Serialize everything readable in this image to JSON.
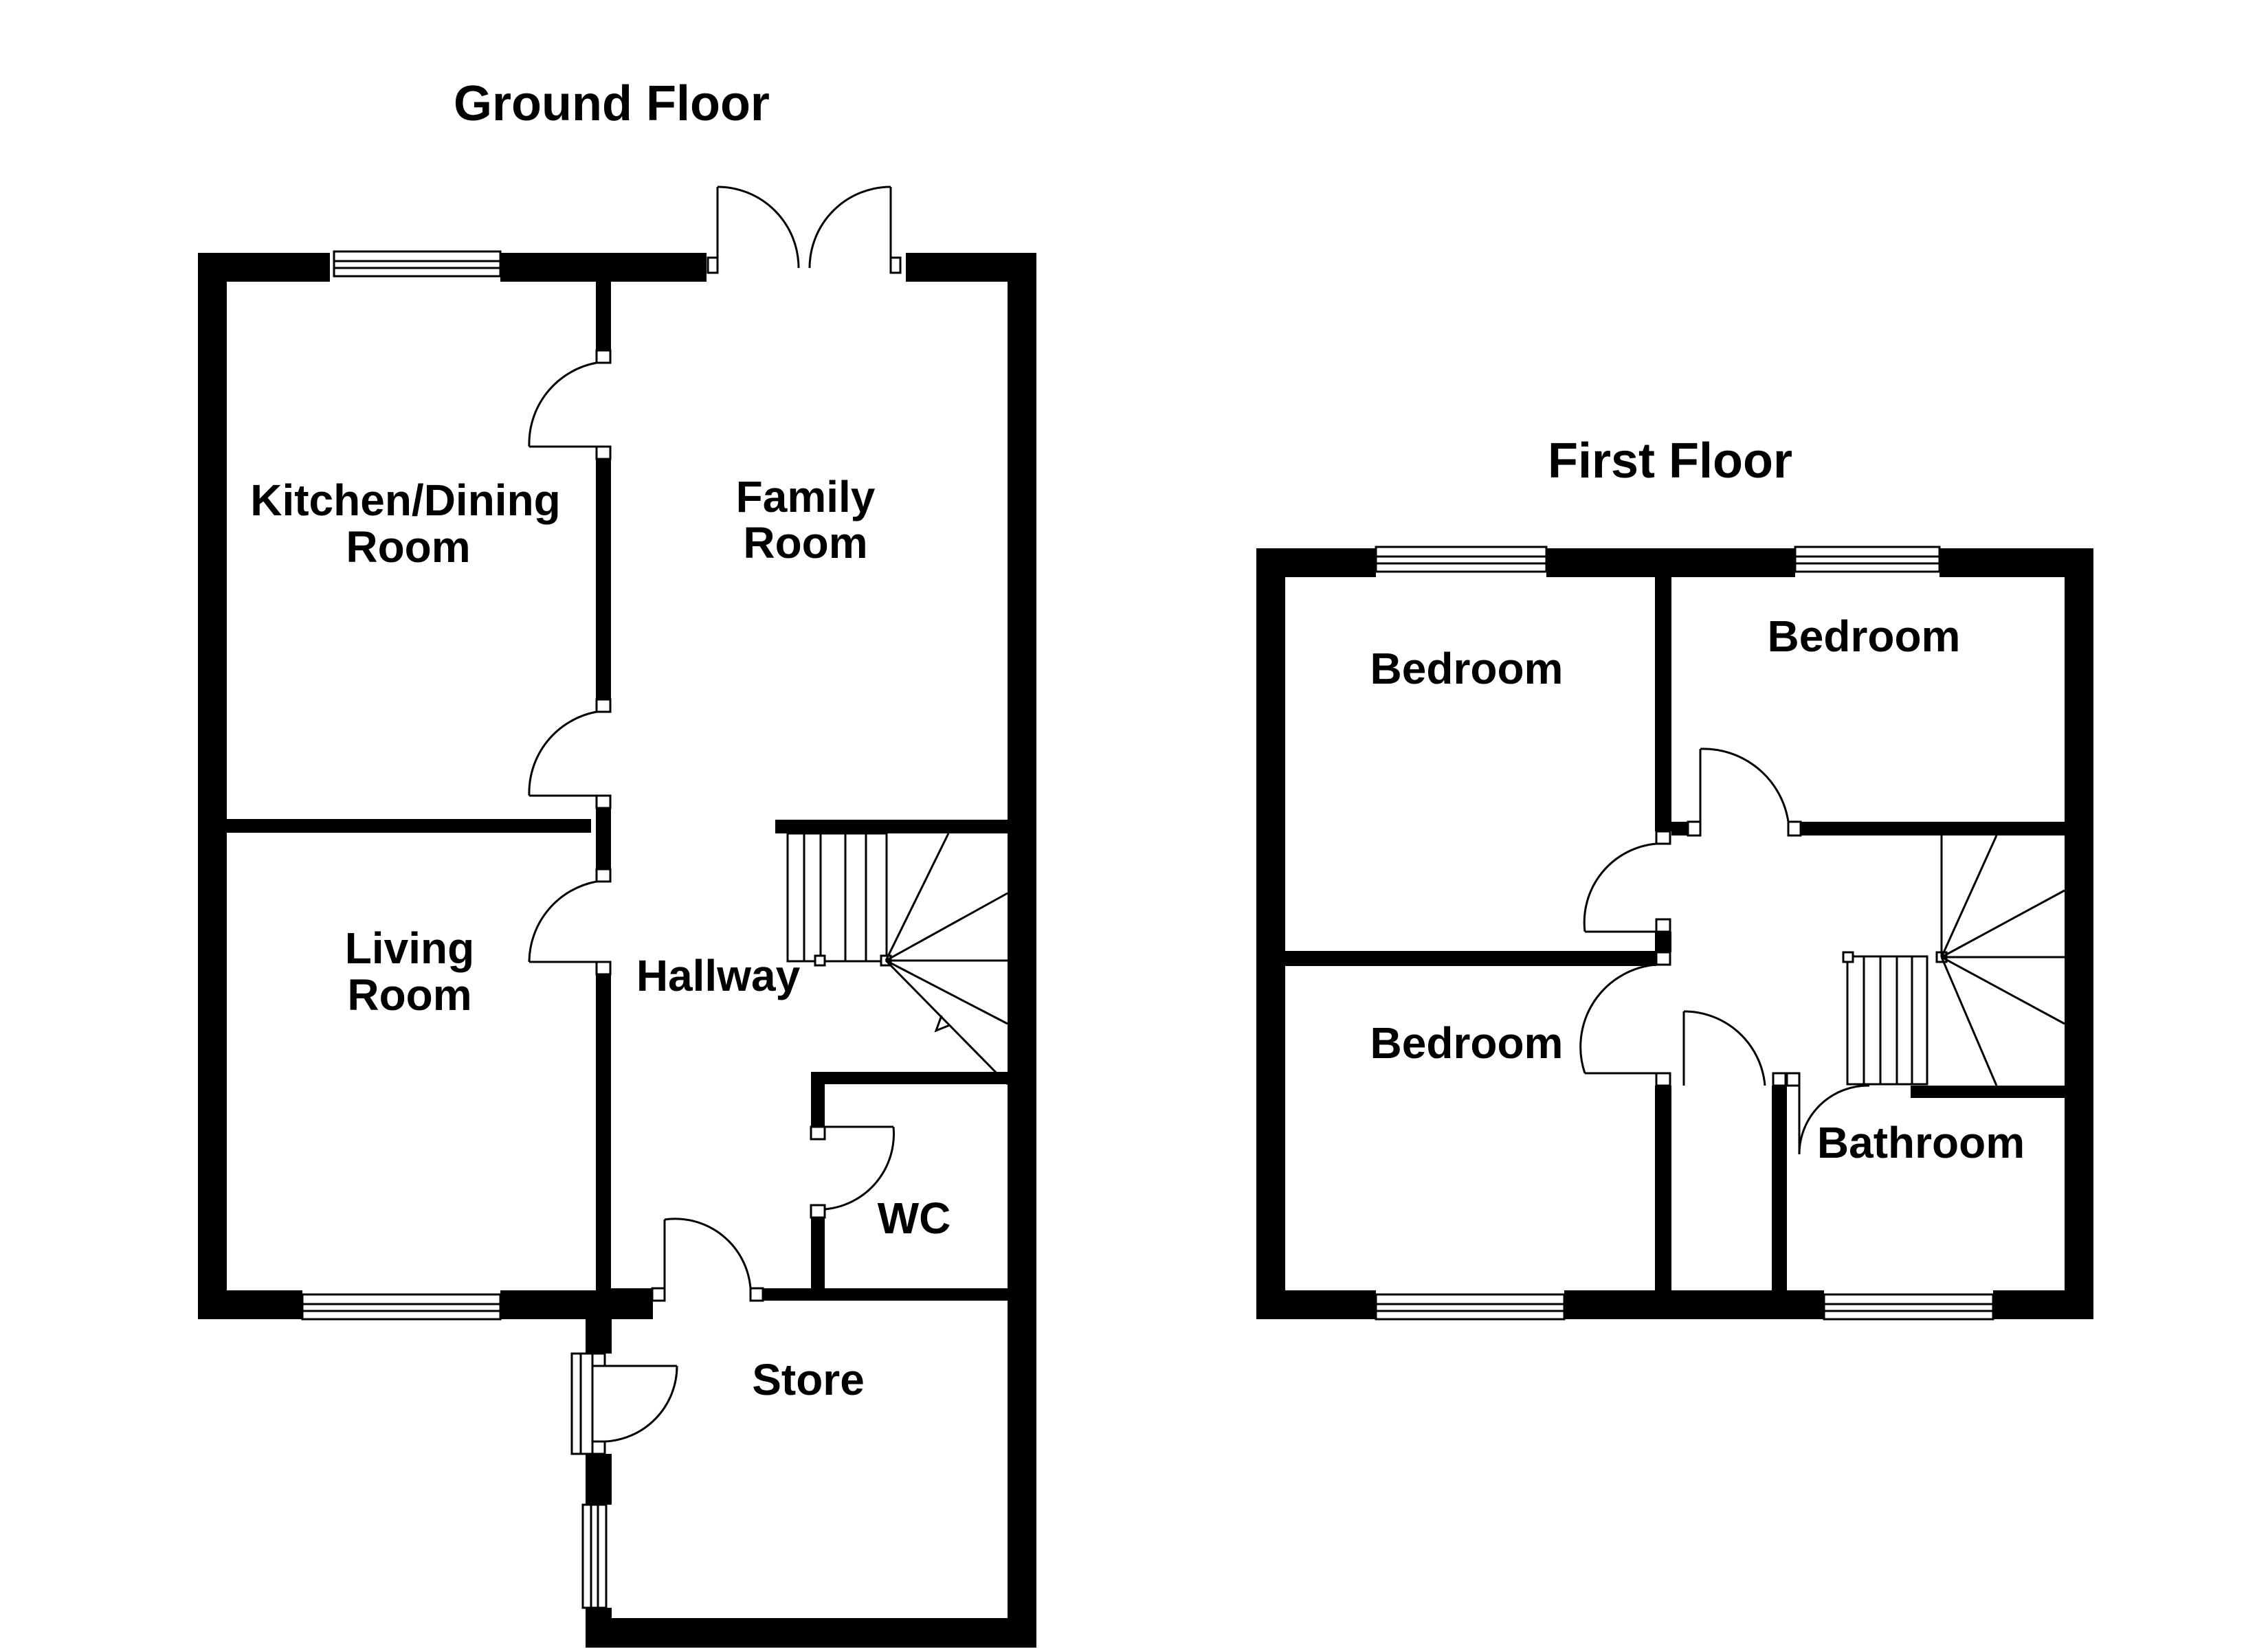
{
  "floors": {
    "ground": {
      "title": "Ground Floor",
      "rooms": {
        "kitchen_line1": "Kitchen/Dining",
        "kitchen_line2": "Room",
        "family_line1": "Family",
        "family_line2": "Room",
        "living_line1": "Living",
        "living_line2": "Room",
        "hallway": "Hallway",
        "wc": "WC",
        "store": "Store"
      }
    },
    "first": {
      "title": "First Floor",
      "rooms": {
        "bedroom_top_left": "Bedroom",
        "bedroom_top_right": "Bedroom",
        "bedroom_bottom_left": "Bedroom",
        "bathroom": "Bathroom"
      }
    }
  }
}
